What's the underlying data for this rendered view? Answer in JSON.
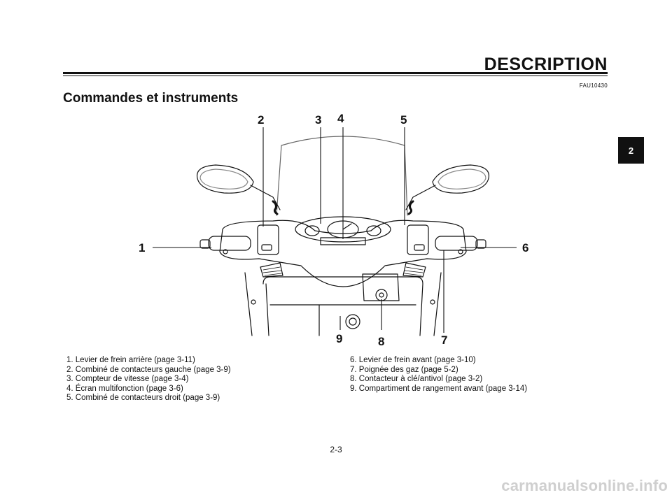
{
  "header": {
    "title": "DESCRIPTION",
    "code": "FAU10430"
  },
  "section": {
    "title": "Commandes et instruments"
  },
  "chapter_tab": "2",
  "figure": {
    "callouts": [
      "1",
      "2",
      "3",
      "4",
      "5",
      "6",
      "7",
      "8",
      "9"
    ]
  },
  "legend": {
    "left": [
      "1. Levier de frein arrière (page 3-11)",
      "2. Combiné de contacteurs gauche (page 3-9)",
      "3. Compteur de vitesse (page 3-4)",
      "4. Écran multifonction (page 3-6)",
      "5. Combiné de contacteurs droit (page 3-9)"
    ],
    "right": [
      "6. Levier de frein avant (page 3-10)",
      "7. Poignée des gaz (page 5-2)",
      "8. Contacteur à clé/antivol (page 3-2)",
      "9. Compartiment de rangement avant (page 3-14)"
    ]
  },
  "page_number": "2-3",
  "watermark": "carmanualsonline.info"
}
